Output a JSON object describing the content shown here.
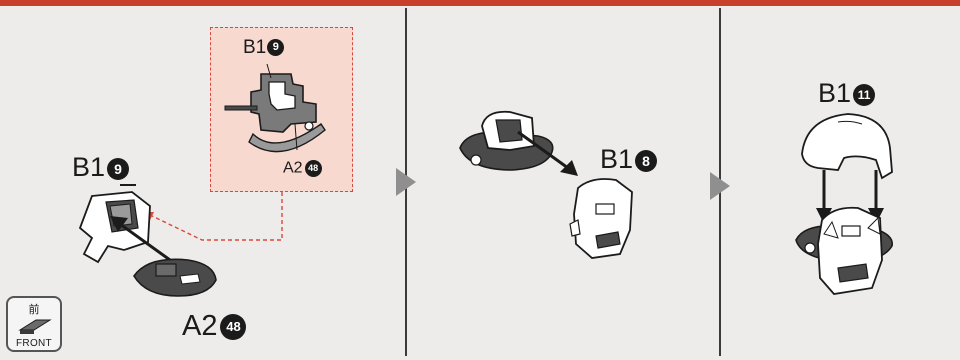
{
  "step1": {
    "main_label": {
      "part": "B1",
      "number": "9"
    },
    "inset_label_top": {
      "part": "B1",
      "number": "9"
    },
    "inset_label_bottom": {
      "part": "A2",
      "number": "48"
    },
    "bottom_label": {
      "part": "A2",
      "number": "48"
    }
  },
  "step2": {
    "label": {
      "part": "B1",
      "number": "8"
    }
  },
  "step3": {
    "label": {
      "part": "B1",
      "number": "11"
    }
  },
  "front_badge": {
    "kanji": "前",
    "text": "FRONT"
  },
  "colors": {
    "accent_bar": "#c8402c",
    "inset_fill": "#f7d9cf",
    "inset_border": "#d9483c",
    "part_dark": "#4a4a4a",
    "part_light": "#ffffff",
    "step_arrow": "#8f8f8f"
  }
}
